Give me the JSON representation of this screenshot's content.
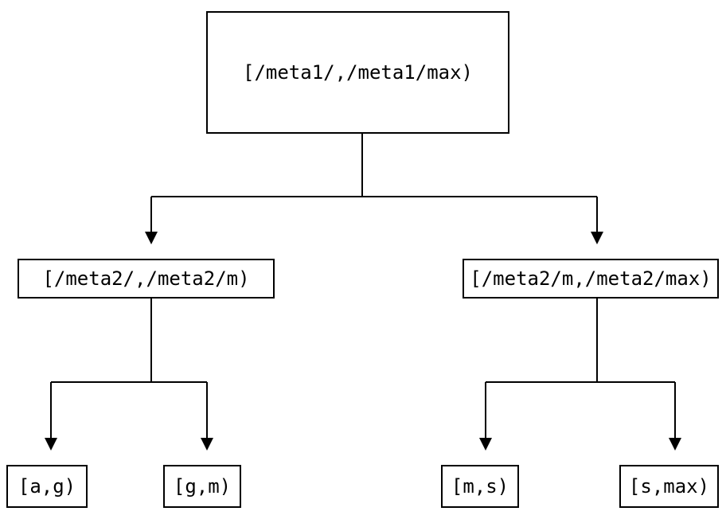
{
  "diagram": {
    "type": "binary-range-partition-tree",
    "background_color": "#ffffff",
    "line_color": "#000000",
    "node_border_color": "#000000",
    "text_color": "#000000",
    "nodes": {
      "root": {
        "label": "[/meta1/,/meta1/max)"
      },
      "mid_left": {
        "label": "[/meta2/,/meta2/m)"
      },
      "mid_right": {
        "label": "[/meta2/m,/meta2/max)"
      },
      "leaf_1": {
        "label": "[a,g)"
      },
      "leaf_2": {
        "label": "[g,m)"
      },
      "leaf_3": {
        "label": "[m,s)"
      },
      "leaf_4": {
        "label": "[s,max)"
      }
    },
    "edges": [
      {
        "from": "root",
        "to": "mid_left"
      },
      {
        "from": "root",
        "to": "mid_right"
      },
      {
        "from": "mid_left",
        "to": "leaf_1"
      },
      {
        "from": "mid_left",
        "to": "leaf_2"
      },
      {
        "from": "mid_right",
        "to": "leaf_3"
      },
      {
        "from": "mid_right",
        "to": "leaf_4"
      }
    ]
  }
}
